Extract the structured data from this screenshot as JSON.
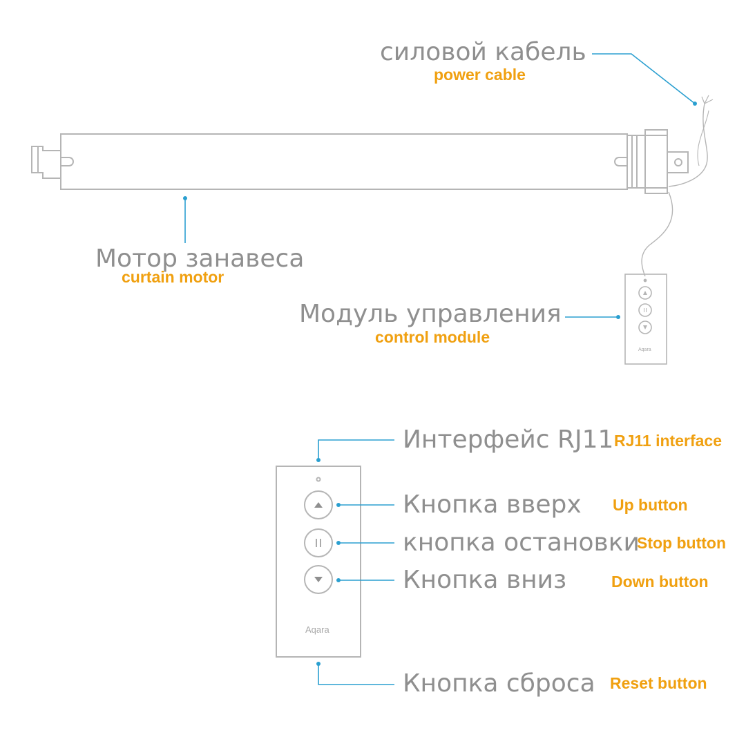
{
  "labels": {
    "power_cable_ru": "силовой кабель",
    "power_cable_en": "power cable",
    "curtain_motor_ru": "Мотор занавеса",
    "curtain_motor_en": "curtain motor",
    "control_module_ru": "Модуль управления",
    "control_module_en": "control module",
    "rj11_ru": "Интерфейс RJ11",
    "rj11_en": "RJ11 interface",
    "up_ru": "Кнопка вверх",
    "up_en": "Up button",
    "stop_ru": "кнопка остановки",
    "stop_en": "Stop button",
    "down_ru": "Кнопка вниз",
    "down_en": "Down button",
    "reset_ru": "Кнопка сброса",
    "reset_en": "Reset button"
  },
  "brand": {
    "logo_text": "Aqara"
  },
  "colors": {
    "ru_text": "#8f8f8f",
    "en_text": "#f0a010",
    "leader_line": "#2a9fd0",
    "outline": "#b5b5b5"
  }
}
